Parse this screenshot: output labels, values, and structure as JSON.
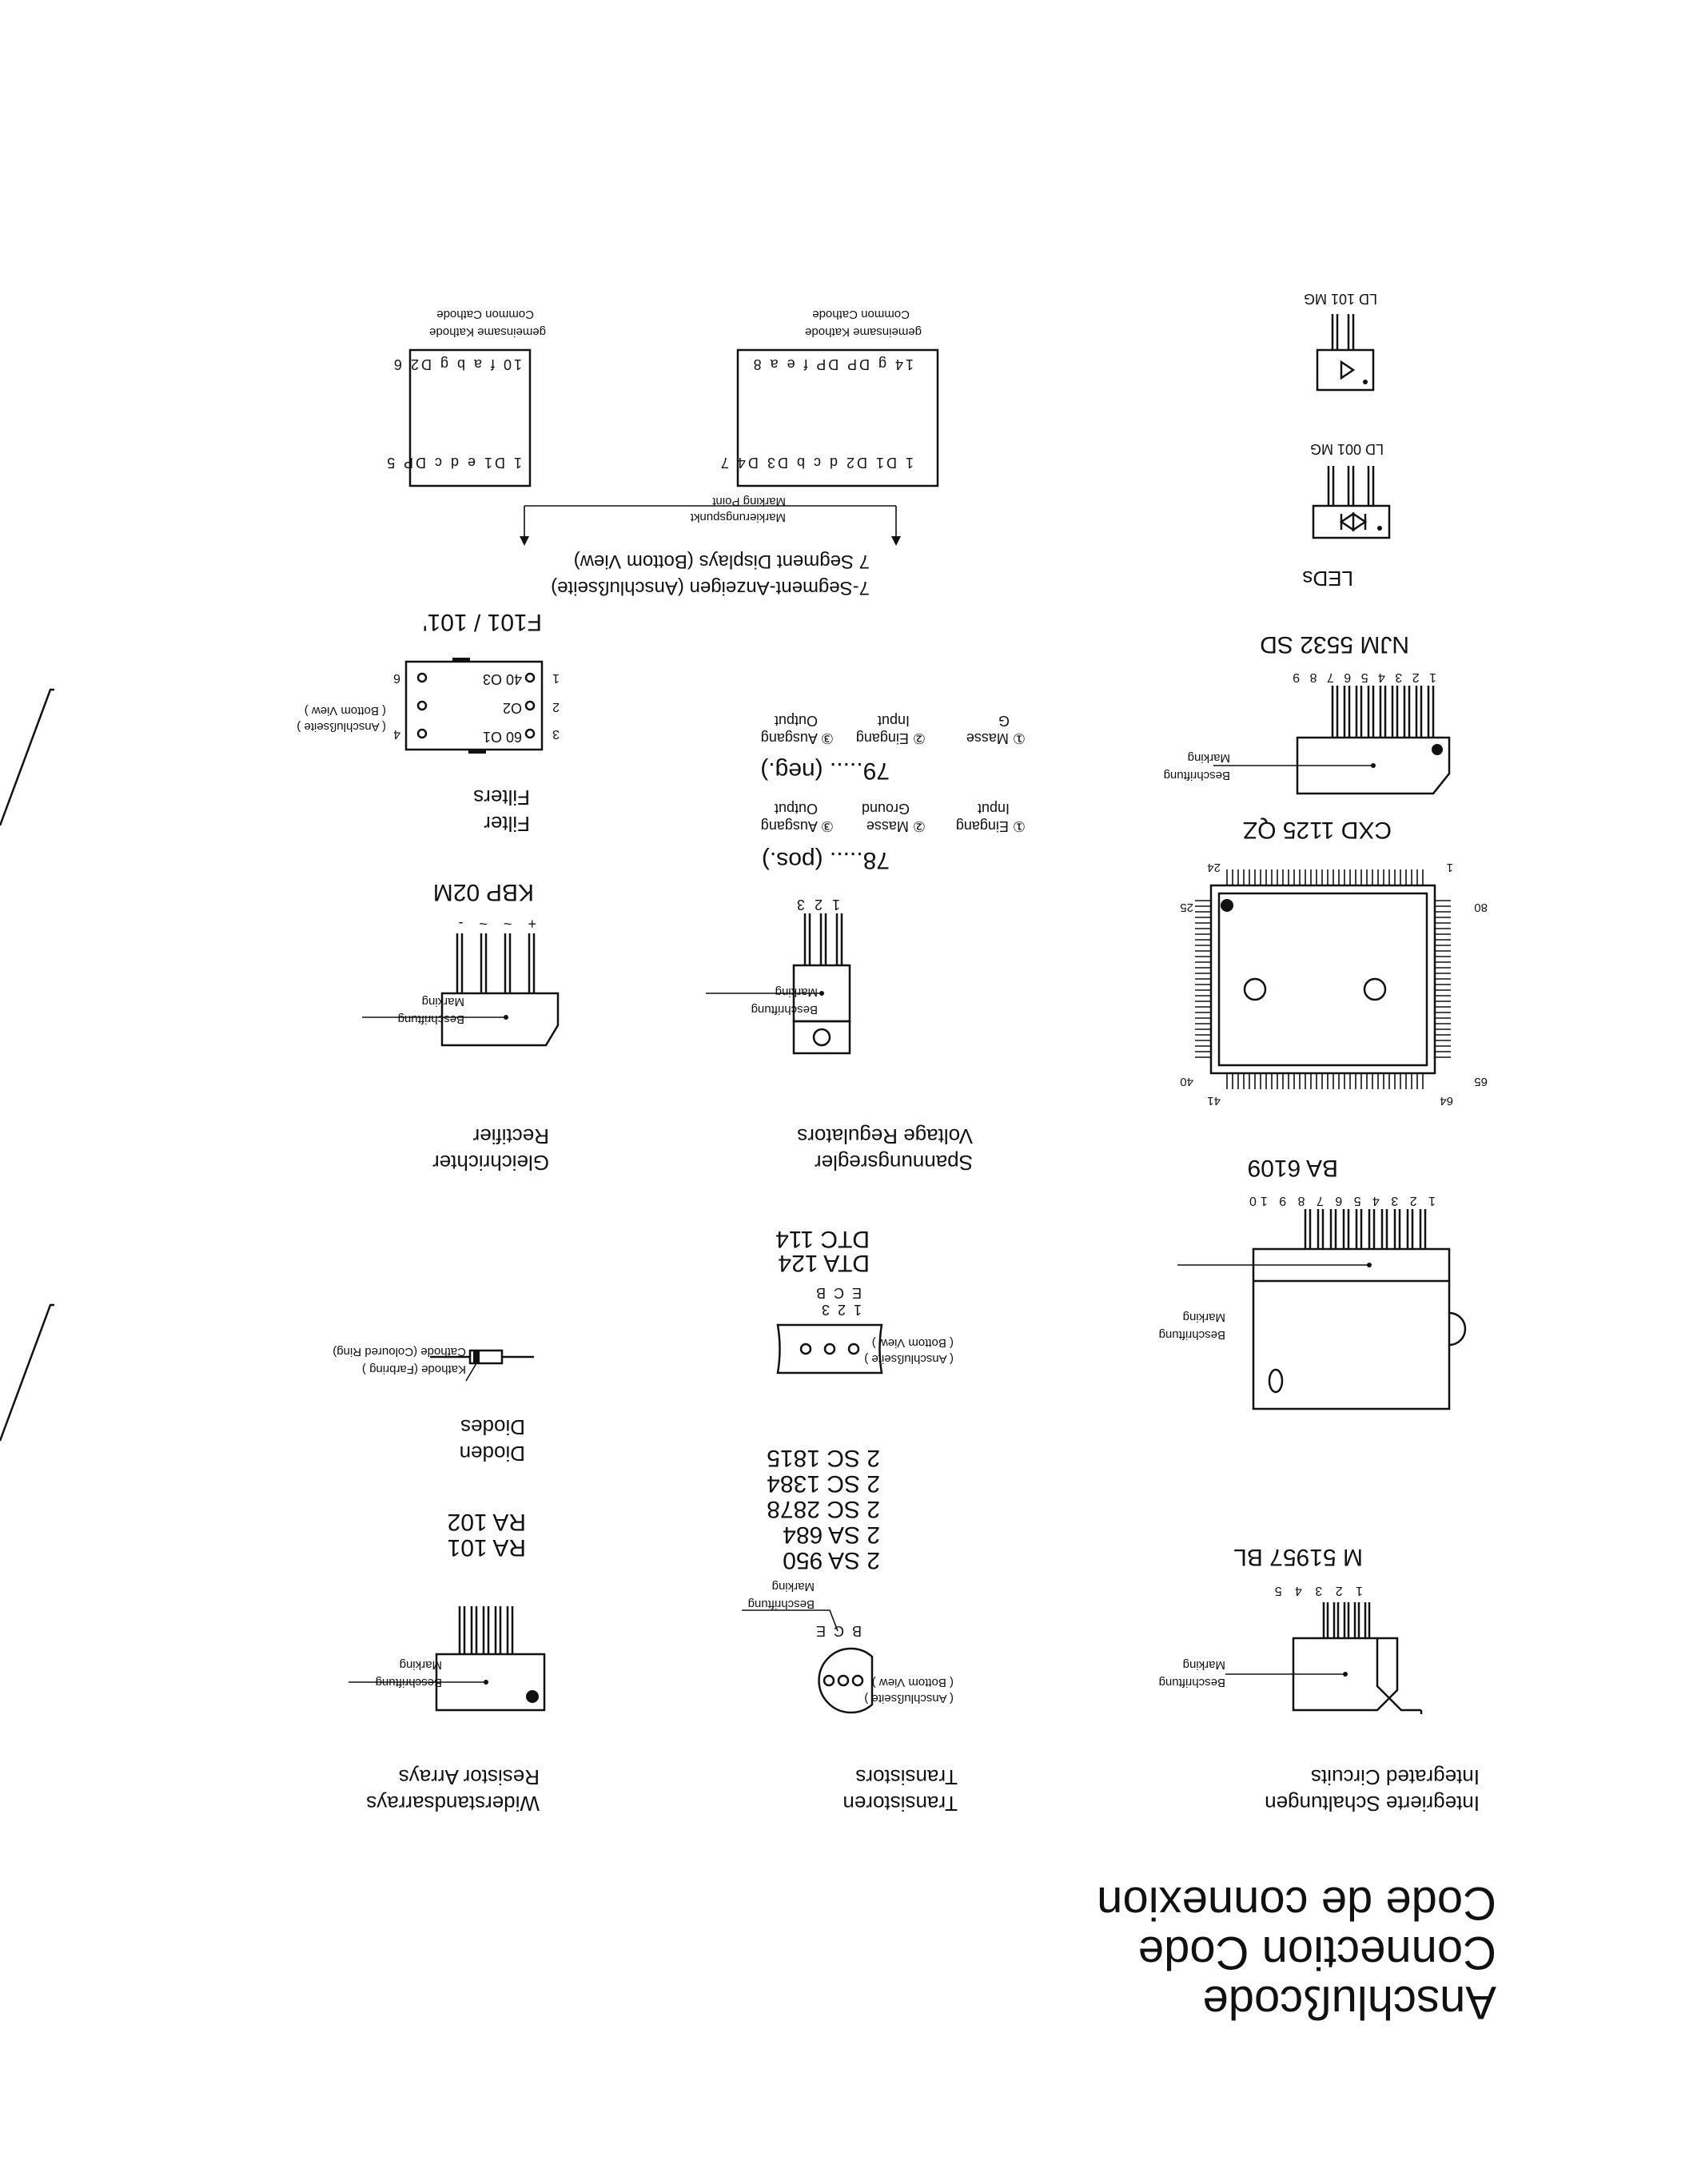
{
  "title": {
    "line1": "Anschlußcode",
    "line2": "Connection Code",
    "line3": "Code de connexion"
  },
  "sections": {
    "ic": {
      "de": "Integrierte Schaltungen",
      "en": "Integrated Circuits"
    },
    "transistors": {
      "de": "Transistoren",
      "en": "Transistors"
    },
    "resistor_arrays": {
      "de": "Widerstandsarrays",
      "en": "Resistor Arrays"
    },
    "diodes": {
      "de": "Dioden",
      "en": "Diodes"
    },
    "voltage_regulators": {
      "de": "Spannungsregler",
      "en": "Voltage Regulators"
    },
    "rectifier": {
      "de": "Gleichrichter",
      "en": "Rectifier"
    },
    "filter": {
      "de": "Filter",
      "en": "Filters"
    },
    "leds": {
      "en": "LEDs"
    },
    "seven_segment": {
      "de": "7-Segment-Anzeigen (Anschlußseite)",
      "en": "7 Segment Displays (Bottom View)"
    }
  },
  "labels": {
    "beschriftung": "Beschriftung",
    "marking": "Marking",
    "anschlussseite": "( Anschlußseite )",
    "bottom_view": "( Bottom View )",
    "cathode_de": "Kathode (Farbring )",
    "cathode_en": "Cathode (Coloured Ring)",
    "markierungspunkt": "Markierungspunkt",
    "marking_point": "Marking Point",
    "gem_kathode": "gemeinsame Kathode",
    "common_cathode": "Common Cathode"
  },
  "parts": {
    "m51957": "M 51957 BL",
    "ba6109": "BA 6109",
    "cxd1125": "CXD 1125 QZ",
    "njm5532": "NJM 5532 SD",
    "ra": [
      "RA 101",
      "RA 102"
    ],
    "kbp": "KBP 02M",
    "f101": "F101 / 101'",
    "transistors": [
      "2 SA 950",
      "2 SA 684",
      "2 SC 2878",
      "2 SC 1384",
      "2 SC 1815"
    ],
    "dta": [
      "DTA 124",
      "DTC 114"
    ],
    "led1": "LD 001 MG",
    "led2": "LD 101 MG"
  },
  "pins": {
    "m51957": [
      "1",
      "2",
      "3",
      "4",
      "5"
    ],
    "ba6109": [
      "1",
      "2",
      "3",
      "4",
      "5",
      "6",
      "7",
      "8",
      "9",
      "10"
    ],
    "njm5532": [
      "1",
      "2",
      "3",
      "4",
      "5",
      "6",
      "7",
      "8",
      "9"
    ],
    "cxd": {
      "p1": "1",
      "p24": "24",
      "p25": "25",
      "p40": "40",
      "p41": "41",
      "p64": "64",
      "p65": "65",
      "p80": "80"
    },
    "bce": [
      "B",
      "C",
      "E"
    ],
    "ecb_top": [
      "E",
      "C",
      "B"
    ],
    "ecb_num": [
      "1",
      "2",
      "3"
    ],
    "reg_num": [
      "1",
      "2",
      "3"
    ],
    "kbp": [
      "+",
      "~",
      "~",
      "-"
    ],
    "filter_left": [
      "1",
      "2",
      "3"
    ],
    "filter_right": [
      "6",
      "4"
    ],
    "filter_inner": [
      "60 O1",
      "O2",
      "40 O3"
    ]
  },
  "regulators": {
    "pos": {
      "title": "78..... (pos.)",
      "p1": "① Eingang",
      "p1b": "Input",
      "p2": "② Masse",
      "p2b": "Ground",
      "p3": "③ Ausgang",
      "p3b": "Output"
    },
    "neg": {
      "title": "79..... (neg.)",
      "p1": "① Masse",
      "p1b": "G",
      "p2": "② Eingang",
      "p2b": "Input",
      "p3": "③ Ausgang",
      "p3b": "Output"
    }
  },
  "displays": {
    "left": {
      "top": "1 D1 D2 d c b D3 D4 7",
      "bot": "14 g DP DP f e a 8"
    },
    "right": {
      "top": "1 D1 e d c DP 5",
      "bot": "10 f a b g D2 6"
    }
  }
}
